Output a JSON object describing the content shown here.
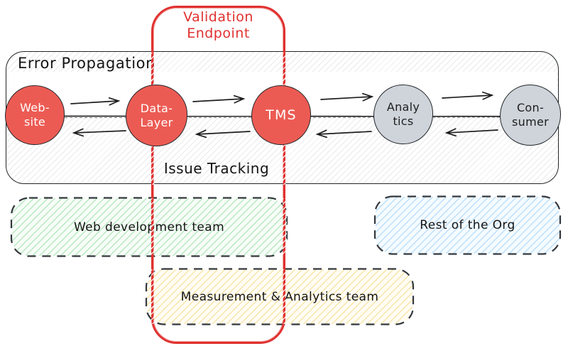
{
  "validation_endpoint": {
    "line1": "Validation",
    "line2": "Endpoint",
    "accent_color": "#e03131"
  },
  "pipeline_box": {
    "title": "Error Propagation",
    "bottom_label": "Issue Tracking",
    "top_arrow_direction": "left-to-right",
    "bottom_arrow_direction": "right-to-left",
    "nodes": [
      {
        "name": "website",
        "line1": "Web-",
        "line2": "site",
        "fill": "#ec5b53",
        "text_color": "#ffffff"
      },
      {
        "name": "data-layer",
        "line1": "Data-",
        "line2": "Layer",
        "fill": "#ec5b53",
        "text_color": "#ffffff"
      },
      {
        "name": "tms",
        "line1": "TMS",
        "line2": "",
        "fill": "#ec5b53",
        "text_color": "#ffffff"
      },
      {
        "name": "analytics",
        "line1": "Analy",
        "line2": "tics",
        "fill": "#ced4da",
        "text_color": "#1e1e1e"
      },
      {
        "name": "consumer",
        "line1": "Con-",
        "line2": "sumer",
        "fill": "#ced4da",
        "text_color": "#1e1e1e"
      }
    ]
  },
  "teams": [
    {
      "name": "web-development-team",
      "label": "Web development team",
      "accent_color": "#b2f2bb"
    },
    {
      "name": "rest-of-the-org",
      "label": "Rest of the Org",
      "accent_color": "#a5d8ff"
    },
    {
      "name": "measurement-analytics-team",
      "label": "Measurement & Analytics team",
      "accent_color": "#ffec99"
    }
  ]
}
